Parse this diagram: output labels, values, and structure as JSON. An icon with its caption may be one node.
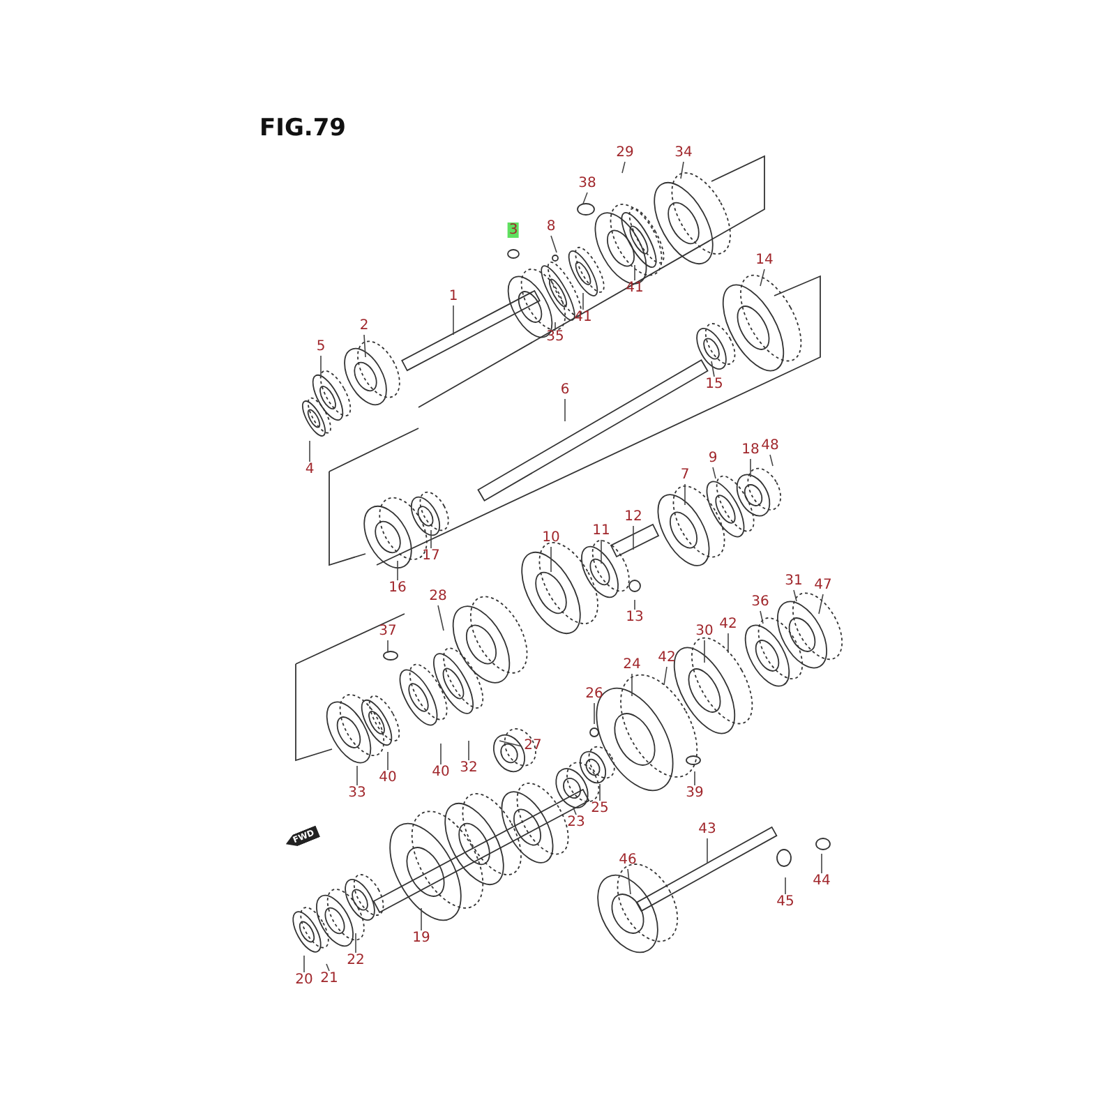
{
  "diagram": {
    "title": "FIG.79",
    "nodes": [
      {
        "text": [
          "29"
        ]
      },
      {
        "text": [
          "34"
        ]
      },
      {
        "text": [
          "38"
        ]
      },
      {
        "text": [
          "8"
        ]
      },
      {
        "text": [
          "14"
        ]
      },
      {
        "text": [
          "1"
        ]
      },
      {
        "text": [
          "41"
        ]
      },
      {
        "text": [
          "35"
        ]
      },
      {
        "text": [
          "41"
        ]
      },
      {
        "text": [
          "2"
        ]
      },
      {
        "text": [
          "5"
        ]
      },
      {
        "text": [
          "6"
        ]
      },
      {
        "text": [
          "15"
        ]
      },
      {
        "text": [
          "4"
        ]
      },
      {
        "text": [
          "18"
        ]
      },
      {
        "text": [
          "48"
        ]
      },
      {
        "text": [
          "9"
        ]
      },
      {
        "text": [
          "7"
        ]
      },
      {
        "text": [
          "12"
        ]
      },
      {
        "text": [
          "11"
        ]
      },
      {
        "text": [
          "10"
        ]
      },
      {
        "text": [
          "17"
        ]
      },
      {
        "text": [
          "16"
        ]
      },
      {
        "text": [
          "13"
        ]
      },
      {
        "text": [
          "28"
        ]
      },
      {
        "text": [
          "37"
        ]
      },
      {
        "text": [
          "31"
        ]
      },
      {
        "text": [
          "47"
        ]
      },
      {
        "text": [
          "36"
        ]
      },
      {
        "text": [
          "30"
        ]
      },
      {
        "text": [
          "42"
        ]
      },
      {
        "text": [
          "24"
        ]
      },
      {
        "text": [
          "42"
        ]
      },
      {
        "text": [
          "26"
        ]
      },
      {
        "text": [
          "27"
        ]
      },
      {
        "text": [
          "32"
        ]
      },
      {
        "text": [
          "40"
        ]
      },
      {
        "text": [
          "40"
        ]
      },
      {
        "text": [
          "33"
        ]
      },
      {
        "text": [
          "39"
        ]
      },
      {
        "text": [
          "25"
        ]
      },
      {
        "text": [
          "23"
        ]
      },
      {
        "text": [
          "43"
        ]
      },
      {
        "text": [
          "46"
        ]
      },
      {
        "text": [
          "44"
        ]
      },
      {
        "text": [
          "45"
        ]
      },
      {
        "text": [
          "19"
        ]
      },
      {
        "text": [
          "22"
        ]
      },
      {
        "text": [
          "21"
        ]
      },
      {
        "text": [
          "20"
        ]
      }
    ],
    "edges": [
      {
        "from": 0,
        "to": null,
        "arrow": "none"
      },
      {
        "from": 1,
        "to": null,
        "arrow": "none"
      },
      {
        "from": 2,
        "to": null,
        "arrow": "none"
      },
      {
        "from": 3,
        "to": null,
        "arrow": "none"
      },
      {
        "from": 4,
        "to": null,
        "arrow": "none"
      },
      {
        "from": 5,
        "to": null,
        "arrow": "none"
      },
      {
        "from": 6,
        "to": null,
        "arrow": "none"
      },
      {
        "from": 7,
        "to": null,
        "arrow": "none"
      },
      {
        "from": 8,
        "to": null,
        "arrow": "none"
      },
      {
        "from": 9,
        "to": null,
        "arrow": "none"
      },
      {
        "from": 10,
        "to": null,
        "arrow": "none"
      },
      {
        "from": 11,
        "to": null,
        "arrow": "none"
      },
      {
        "from": 12,
        "to": null,
        "arrow": "none"
      },
      {
        "from": 13,
        "to": null,
        "arrow": "none"
      },
      {
        "from": 14,
        "to": null,
        "arrow": "none"
      },
      {
        "from": 15,
        "to": null,
        "arrow": "none"
      },
      {
        "from": 16,
        "to": null,
        "arrow": "none"
      },
      {
        "from": 17,
        "to": null,
        "arrow": "none"
      },
      {
        "from": 18,
        "to": null,
        "arrow": "none"
      },
      {
        "from": 19,
        "to": null,
        "arrow": "none"
      },
      {
        "from": 20,
        "to": null,
        "arrow": "none"
      },
      {
        "from": 21,
        "to": null,
        "arrow": "none"
      },
      {
        "from": 22,
        "to": null,
        "arrow": "none"
      },
      {
        "from": 23,
        "to": null,
        "arrow": "none"
      },
      {
        "from": 24,
        "to": null,
        "arrow": "none"
      },
      {
        "from": 25,
        "to": null,
        "arrow": "none"
      },
      {
        "from": 26,
        "to": null,
        "arrow": "none"
      },
      {
        "from": 27,
        "to": null,
        "arrow": "none"
      },
      {
        "from": 28,
        "to": null,
        "arrow": "none"
      },
      {
        "from": 29,
        "to": null,
        "arrow": "none"
      },
      {
        "from": 30,
        "to": null,
        "arrow": "none"
      },
      {
        "from": 31,
        "to": null,
        "arrow": "none"
      },
      {
        "from": 32,
        "to": null,
        "arrow": "none"
      },
      {
        "from": 33,
        "to": null,
        "arrow": "none"
      },
      {
        "from": 34,
        "to": null,
        "arrow": "none"
      },
      {
        "from": 35,
        "to": null,
        "arrow": "none"
      },
      {
        "from": 36,
        "to": null,
        "arrow": "none"
      },
      {
        "from": 37,
        "to": null,
        "arrow": "none"
      },
      {
        "from": 38,
        "to": null,
        "arrow": "none"
      },
      {
        "from": 39,
        "to": null,
        "arrow": "none"
      },
      {
        "from": 40,
        "to": null,
        "arrow": "none"
      },
      {
        "from": 41,
        "to": null,
        "arrow": "none"
      },
      {
        "from": 42,
        "to": null,
        "arrow": "none"
      },
      {
        "from": 43,
        "to": null,
        "arrow": "none"
      },
      {
        "from": 44,
        "to": null,
        "arrow": "none"
      },
      {
        "from": 45,
        "to": null,
        "arrow": "none"
      },
      {
        "from": 46,
        "to": null,
        "arrow": "none"
      },
      {
        "from": 47,
        "to": null,
        "arrow": "none"
      },
      {
        "from": 48,
        "to": null,
        "arrow": "none"
      },
      {
        "from": 49,
        "to": null,
        "arrow": "none"
      }
    ],
    "labels": [
      "3",
      "FWD"
    ]
  }
}
